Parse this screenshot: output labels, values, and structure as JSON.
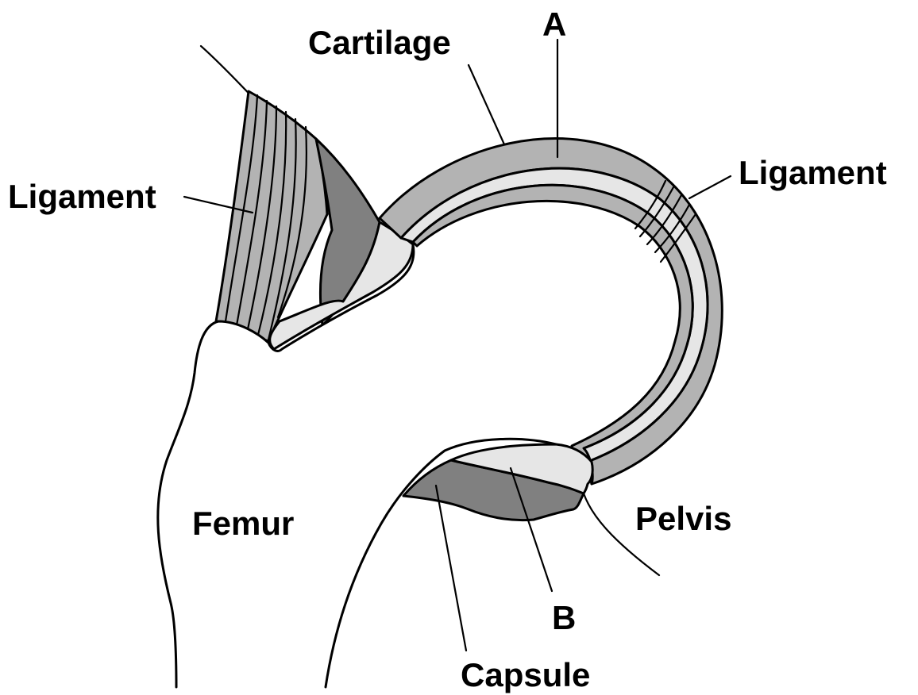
{
  "labels": {
    "cartilage": "Cartilage",
    "a": "A",
    "ligament_left": "Ligament",
    "ligament_right": "Ligament",
    "femur": "Femur",
    "pelvis": "Pelvis",
    "b": "B",
    "capsule": "Capsule"
  },
  "colors": {
    "background": "#ffffff",
    "outline": "#000000",
    "cartilage": "#b3b3b3",
    "synovial_fluid": "#e6e6e6",
    "capsule": "#808080",
    "ligament": "#b3b3b3"
  }
}
